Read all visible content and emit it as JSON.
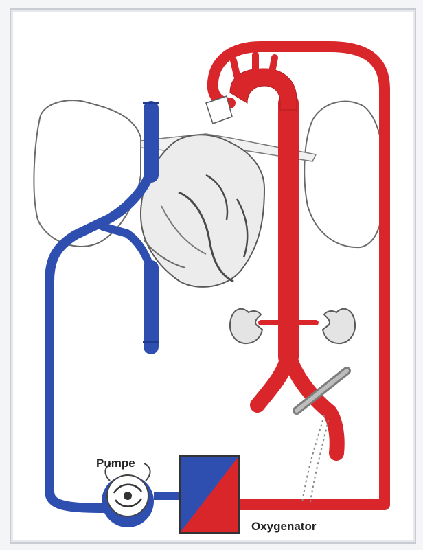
{
  "labels": {
    "pump": "Pumpe",
    "oxygenator": "Oxygenator"
  },
  "colors": {
    "venous": "#2f4fb0",
    "arterial": "#d9262b",
    "outline": "#5a5a5a",
    "organ_fill": "#e9e9e9"
  },
  "icons": [
    "lung-left",
    "lung-right",
    "heart",
    "kidney-left",
    "kidney-right",
    "pump",
    "oxygenator",
    "clamp"
  ]
}
